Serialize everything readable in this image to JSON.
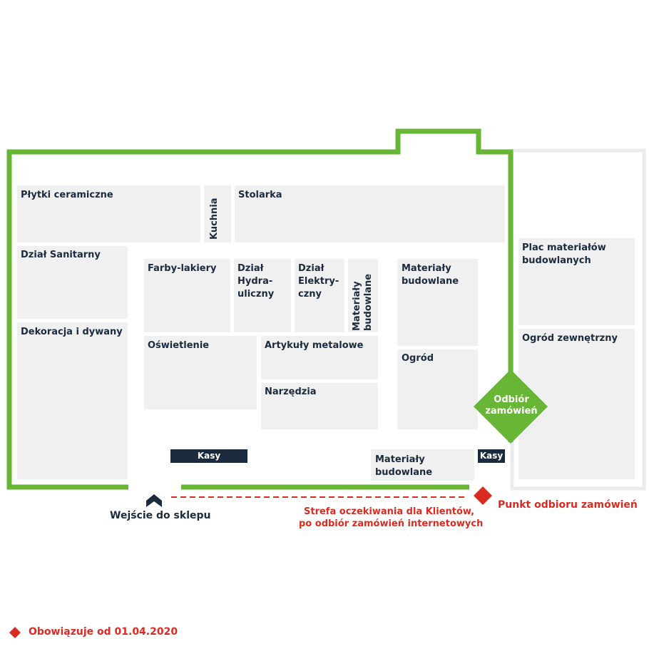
{
  "zones": {
    "plytki": "Płytki ceramiczne",
    "kuchnia": "Kuchnia",
    "stolarka": "Stolarka",
    "sanitarny": "Dział Sanitarny",
    "farby": "Farby-lakiery",
    "hydraulika": "Dział\nHydra-\nuliczny",
    "elektryka": "Dział\nElektry-\nczny",
    "materialy_vertical": "Materiały\nbudowlane",
    "materialy_right": "Materiały\nbudowlane",
    "dekoracja": "Dekoracja i dywany",
    "oswietlenie": "Oświetlenie",
    "artykuly": "Artykuły metalowe",
    "narzedzia": "Narzędzia",
    "ogrod": "Ogród",
    "materialy_bottom": "Materiały\nbudowlane",
    "plac": "Plac materiałów\nbudowlanych",
    "ogrod_zewn": "Ogród zewnętrzny"
  },
  "kasy": {
    "left": "Kasy",
    "right": "Kasy"
  },
  "pickup": {
    "diamond": "Odbiór\nzamówień",
    "point_label": "Punkt odbioru zamówień"
  },
  "entrance": {
    "label": "Wejście do sklepu"
  },
  "waiting_zone": {
    "line1": "Strefa oczekiwania dla Klientów,",
    "line2": "po odbiór zamówień internetowych"
  },
  "footer": {
    "validity": "Obowiązuje od 01.04.2020"
  },
  "colors": {
    "wall": "#67b636",
    "zone": "#f0f0f0",
    "navy": "#1b2a3d",
    "red": "#d92b22"
  },
  "icons": {
    "entrance": "chevron-up-icon",
    "pickup_point": "red-diamond-icon",
    "footer_marker": "red-diamond-icon"
  }
}
